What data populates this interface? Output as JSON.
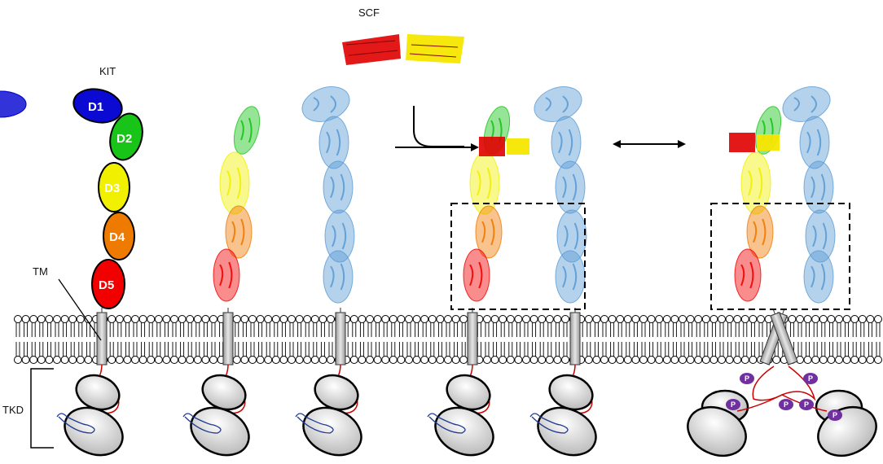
{
  "labels": {
    "scf": "SCF",
    "kit": "KIT",
    "tm": "TM",
    "tkd": "TKD",
    "phospho": "P"
  },
  "domains": [
    {
      "label": "D1",
      "color": "#0a0ad2"
    },
    {
      "label": "D2",
      "color": "#17c417"
    },
    {
      "label": "D3",
      "color": "#f0f000"
    },
    {
      "label": "D4",
      "color": "#ef7a00"
    },
    {
      "label": "D5",
      "color": "#f20000"
    }
  ],
  "colors": {
    "receptor_blue": "#5b9bd5",
    "scf_red": "#e00000",
    "scf_yellow": "#f5e600",
    "linker": "#cc0000",
    "kinase_loop": "#1f3a93",
    "phospho": "#7030a0"
  }
}
